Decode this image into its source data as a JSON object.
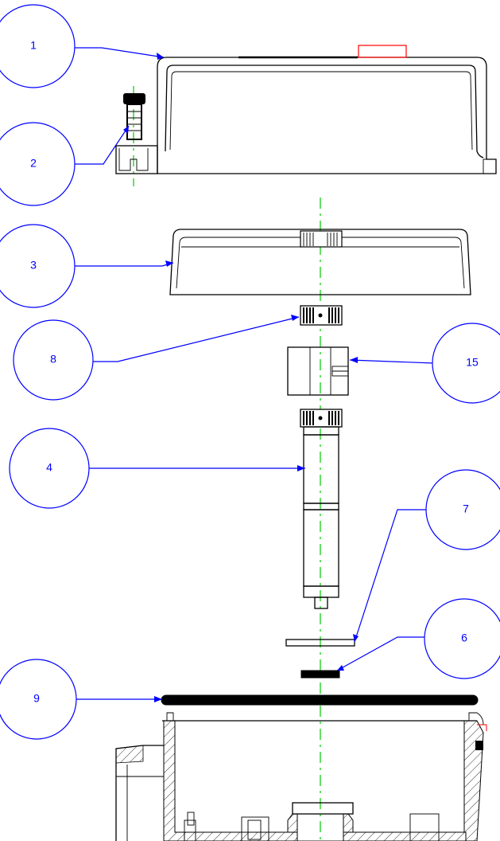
{
  "colors": {
    "balloon": "#0000ff",
    "outline": "#000000",
    "centerline": "#00cc00",
    "marker": "#ff0000",
    "background": "#ffffff"
  },
  "balloons": [
    {
      "id": "1",
      "label": "1"
    },
    {
      "id": "2",
      "label": "2"
    },
    {
      "id": "3",
      "label": "3"
    },
    {
      "id": "8",
      "label": "8"
    },
    {
      "id": "15",
      "label": "15"
    },
    {
      "id": "4",
      "label": "4"
    },
    {
      "id": "7",
      "label": "7"
    },
    {
      "id": "6",
      "label": "6"
    },
    {
      "id": "9",
      "label": "9"
    }
  ]
}
